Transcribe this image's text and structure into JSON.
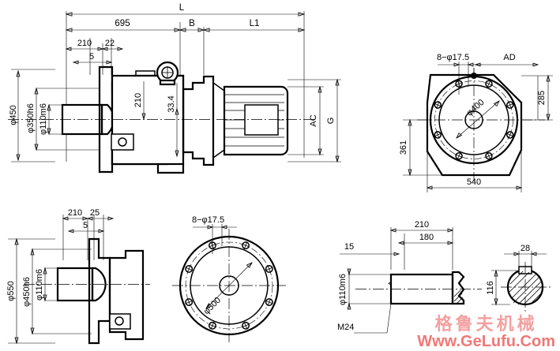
{
  "drawing": {
    "title": "Gear reducer with motor - assembly and detail views",
    "background_color": "#ffffff",
    "line_color": "#000000"
  },
  "views": {
    "main_assembly": {
      "name": "main-assembly-view",
      "dimensions": {
        "overall_length": "L",
        "length_695": "695",
        "dim_B": "B",
        "dim_L1": "L1",
        "dim_210_top": "210",
        "dim_22": "22",
        "dim_5": "5",
        "dia_450": "φ450",
        "dia_350h6": "φ350h6",
        "dia_110m6": "φ110m6",
        "dim_210_inner": "210",
        "dim_33_4": "33.4",
        "dim_AC": "AC",
        "dim_G": "G"
      }
    },
    "motor_end_view": {
      "name": "motor-end-view",
      "dimensions": {
        "holes": "8−φ17.5",
        "dim_AD": "AD",
        "dim_285": "285",
        "dim_361": "361",
        "dim_540": "540",
        "bolt_circle": "φ400"
      }
    },
    "flange_side_view": {
      "name": "flange-side-view",
      "dimensions": {
        "dim_210": "210",
        "dim_25": "25",
        "dim_5": "5",
        "dia_550": "φ550",
        "dia_450h6": "φ450h6",
        "dia_110m6": "φ110m6"
      }
    },
    "flange_face_view": {
      "name": "flange-face-view",
      "dimensions": {
        "holes": "8−φ17.5",
        "bolt_circle": "φ500"
      }
    },
    "shaft_detail_view": {
      "name": "shaft-detail-view",
      "dimensions": {
        "dim_210": "210",
        "dim_180": "180",
        "dim_15": "15",
        "dia_110m6": "φ110m6",
        "thread": "M24"
      }
    },
    "keyway_section_view": {
      "name": "keyway-section-view",
      "dimensions": {
        "key_width": "28",
        "key_height": "116"
      }
    }
  },
  "watermark": {
    "chinese": "格鲁夫机械",
    "url": "Www.GeLufu.Com",
    "color_chinese": "#f4a0a0",
    "color_url": "#f07878"
  }
}
